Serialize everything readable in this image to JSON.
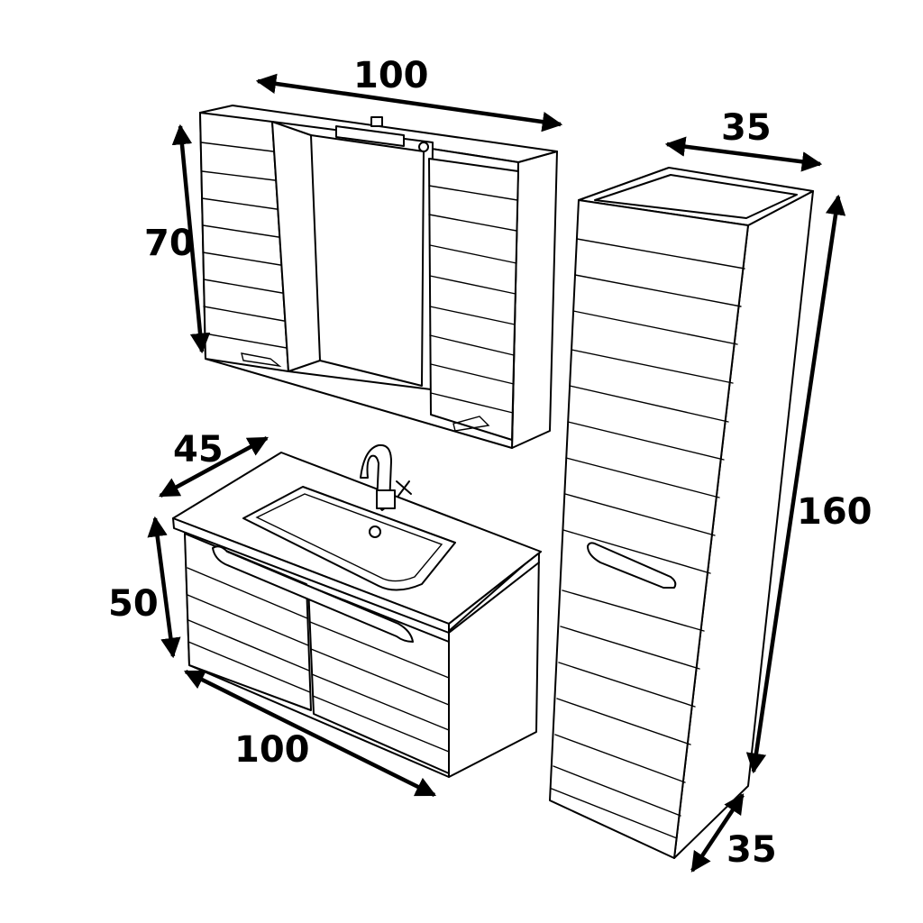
{
  "dimensions": {
    "mirror_cabinet_width": "100",
    "mirror_cabinet_height": "70",
    "tall_cabinet_top_width": "35",
    "tall_cabinet_height": "160",
    "tall_cabinet_depth": "35",
    "vanity_depth": "45",
    "vanity_height": "50",
    "vanity_width": "100"
  },
  "colors": {
    "line": "#000000",
    "background": "#ffffff"
  }
}
